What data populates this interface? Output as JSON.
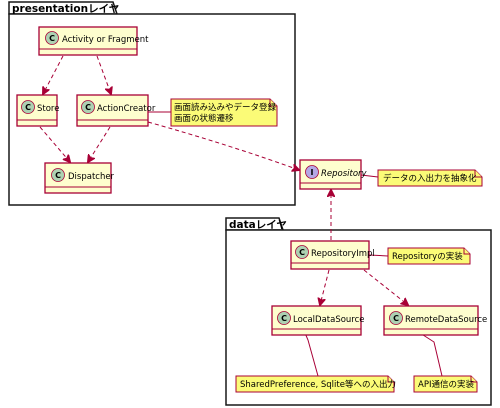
{
  "packages": {
    "presentation": {
      "title": "presentationレイヤ"
    },
    "data": {
      "title": "dataレイヤ"
    }
  },
  "classes": {
    "activity": {
      "name": "Activity or Fragment",
      "stereotype": "C"
    },
    "store": {
      "name": "Store",
      "stereotype": "C"
    },
    "action_creator": {
      "name": "ActionCreator",
      "stereotype": "C"
    },
    "dispatcher": {
      "name": "Dispatcher",
      "stereotype": "C"
    },
    "repository": {
      "name": "Repository",
      "stereotype": "I"
    },
    "repository_impl": {
      "name": "RepositoryImpl",
      "stereotype": "C"
    },
    "local_data_source": {
      "name": "LocalDataSource",
      "stereotype": "C"
    },
    "remote_data_source": {
      "name": "RemoteDataSource",
      "stereotype": "C"
    }
  },
  "notes": {
    "action_creator": {
      "line1": "画面読み込みやデータ登録",
      "line2": "画面の状態遷移"
    },
    "repository": {
      "line1": "データの入出力を抽象化"
    },
    "repository_impl": {
      "line1": "Repositoryの実装"
    },
    "local": {
      "line1": "SharedPreference, Sqlite等への入出力"
    },
    "remote": {
      "line1": "API通信の実装"
    }
  },
  "colors": {
    "class_fill": "#FEFECE",
    "class_border": "#A80036",
    "note_fill": "#FBFB77",
    "circle_class": "#ADD1B2",
    "circle_interface": "#B4A7E5",
    "edge": "#A80036"
  }
}
